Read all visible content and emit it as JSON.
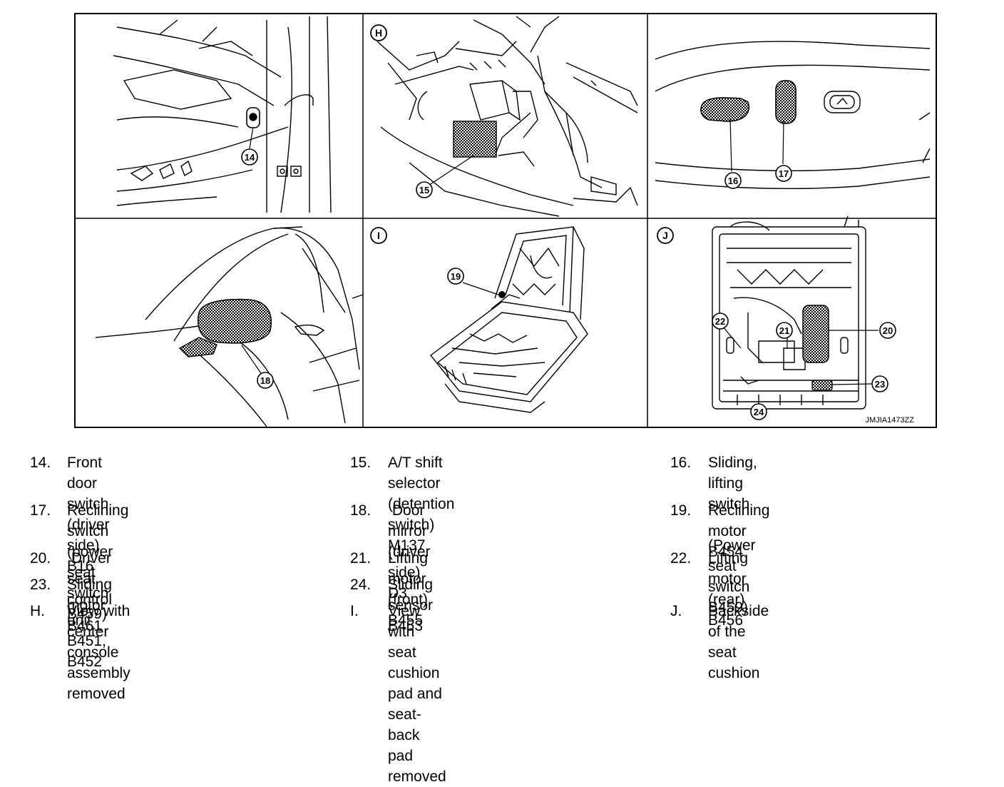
{
  "figure": {
    "code": "JMJIA1473ZZ",
    "panels": [
      {
        "tag": ""
      },
      {
        "tag": "H"
      },
      {
        "tag": ""
      },
      {
        "tag": ""
      },
      {
        "tag": "I"
      },
      {
        "tag": "J"
      }
    ],
    "callouts": [
      "14",
      "15",
      "16",
      "17",
      "18",
      "19",
      "20",
      "21",
      "22",
      "23",
      "24"
    ],
    "colors": {
      "line": "#000000",
      "shade": "#8a8a8a",
      "background": "#ffffff"
    }
  },
  "legend": [
    {
      "num": "14.",
      "text": "Front door switch (driver side) B16"
    },
    {
      "num": "15.",
      "text": "A/T shift selector (detention switch)\nM137"
    },
    {
      "num": "16.",
      "text": "Sliding, lifting switch\n (Power seat switch B459)"
    },
    {
      "num": "17.",
      "text": "Reclining switch (power seat switch\nB459)"
    },
    {
      "num": "18.",
      "text": " Door mirror (driver side) D3"
    },
    {
      "num": "19.",
      "text": "Reclining motor B454"
    },
    {
      "num": "20.",
      "text": " Driver seat control unit B451, B452"
    },
    {
      "num": "21.",
      "text": "Lifting motor (front) B455"
    },
    {
      "num": "22.",
      "text": "Lifting motor (rear) B456"
    },
    {
      "num": "23.",
      "text": "Sliding motor B461"
    },
    {
      "num": "24.",
      "text": "Sliding sensor B453"
    },
    {
      "num": "H.",
      "text": "View with center console assembly\nremoved"
    },
    {
      "num": "I.",
      "text": "View with seat cushion pad and seat-\nback pad removed"
    },
    {
      "num": "J.",
      "text": "Backside of the seat cushion"
    }
  ]
}
